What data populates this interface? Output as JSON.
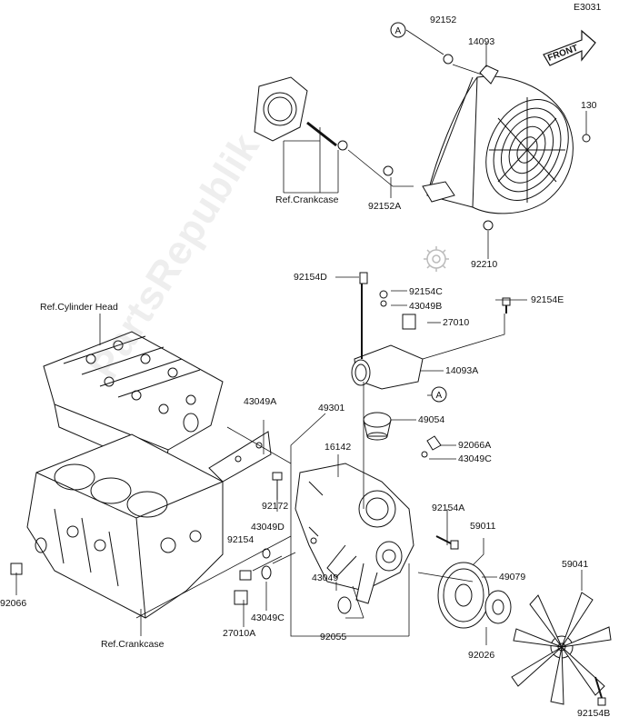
{
  "diagram_code": "E3031",
  "front_label": "FRONT",
  "watermark": "PartsRepublik",
  "callout_a": "A",
  "refs": {
    "crankcase_top": "Ref.Crankcase",
    "cylinder_head": "Ref.Cylinder Head",
    "crankcase_bottom": "Ref.Crankcase"
  },
  "parts": {
    "p92152": "92152",
    "p14093": "14093",
    "p130": "130",
    "p92152a": "92152A",
    "p92210": "92210",
    "p92154d": "92154D",
    "p92154c": "92154C",
    "p43049b": "43049B",
    "p27010": "27010",
    "p92154e": "92154E",
    "p14093a": "14093A",
    "p43049a": "43049A",
    "p49301": "49301",
    "p49054": "49054",
    "p16142": "16142",
    "p92066a": "92066A",
    "p43049c_top": "43049C",
    "p92172": "92172",
    "p43049d": "43049D",
    "p92154": "92154",
    "p92154a": "92154A",
    "p59011": "59011",
    "p49079": "49079",
    "p59041": "59041",
    "p92066": "92066",
    "p43049": "43049",
    "p43049c_bot": "43049C",
    "p27010a": "27010A",
    "p92055": "92055",
    "p92026": "92026",
    "p92154b": "92154B"
  }
}
